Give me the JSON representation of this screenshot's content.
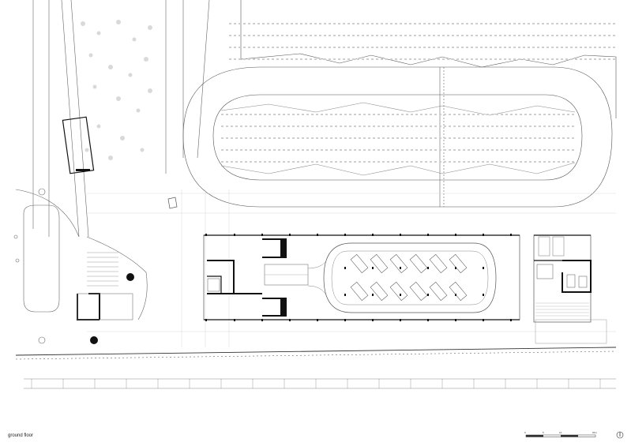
{
  "drawing": {
    "caption": "ground floor",
    "scale_bar_labels": [
      "0",
      "5",
      "10",
      "20m"
    ],
    "north_arrow": "north-arrow-icon",
    "colors": {
      "line": "#555555",
      "fine_line": "#9a9a9a",
      "wall": "#111111",
      "hatch": "#bdbdbd",
      "background": "#ffffff"
    }
  }
}
